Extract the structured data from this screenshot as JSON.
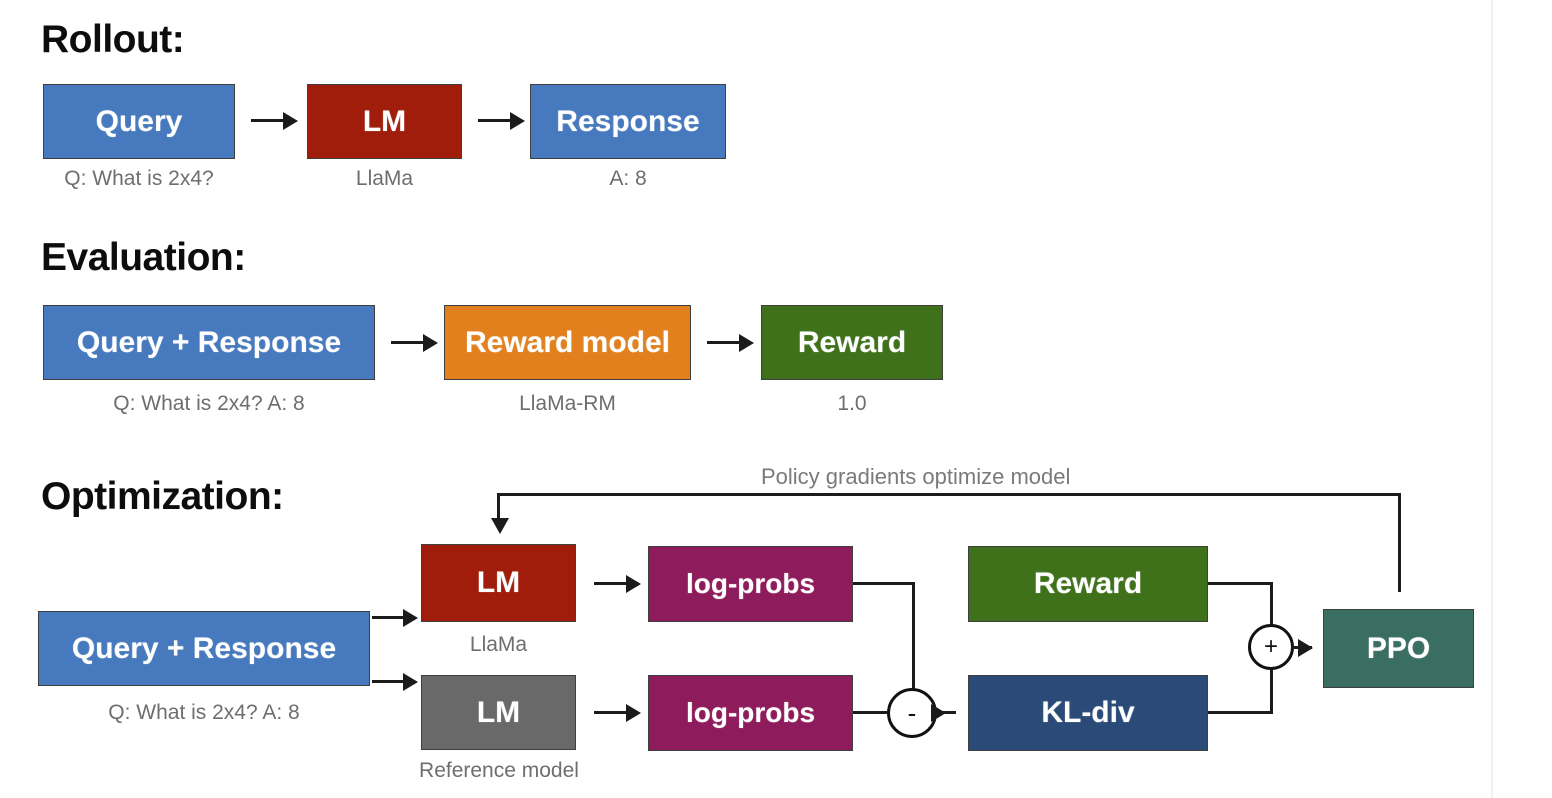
{
  "diagram": {
    "title_rollout": "Rollout:",
    "title_evaluation": "Evaluation:",
    "title_optimization": "Optimization:",
    "colors": {
      "blue": "#4679BD",
      "dark_red": "#A01C0B",
      "orange": "#E2801E",
      "green": "#3E7119",
      "magenta": "#8E1B5B",
      "gray": "#696969",
      "navy": "#2A4A77",
      "teal": "#3A6E63",
      "stroke": "#1b1b1b",
      "caption_text": "#6e6e6e"
    }
  },
  "rollout": {
    "boxes": [
      {
        "label": "Query",
        "caption": "Q: What is 2x4?"
      },
      {
        "label": "LM",
        "caption": "LlaMa"
      },
      {
        "label": "Response",
        "caption": "A: 8"
      }
    ]
  },
  "evaluation": {
    "boxes": [
      {
        "label": "Query + Response",
        "caption": "Q: What is 2x4? A: 8"
      },
      {
        "label": "Reward model",
        "caption": "LlaMa-RM"
      },
      {
        "label": "Reward",
        "caption": "1.0"
      }
    ]
  },
  "optimization": {
    "feedback_label": "Policy gradients optimize model",
    "input_box": {
      "label": "Query + Response",
      "caption": "Q: What is 2x4? A: 8"
    },
    "active_model": {
      "label": "LM",
      "caption": "LlaMa"
    },
    "reference_model": {
      "label": "LM",
      "caption": "Reference model"
    },
    "logprobs_top": {
      "label": "log-probs"
    },
    "logprobs_bottom": {
      "label": "log-probs"
    },
    "reward_box": {
      "label": "Reward"
    },
    "kl_box": {
      "label": "KL-div"
    },
    "ppo_box": {
      "label": "PPO"
    },
    "operators": {
      "minus": "-",
      "plus": "+"
    }
  }
}
